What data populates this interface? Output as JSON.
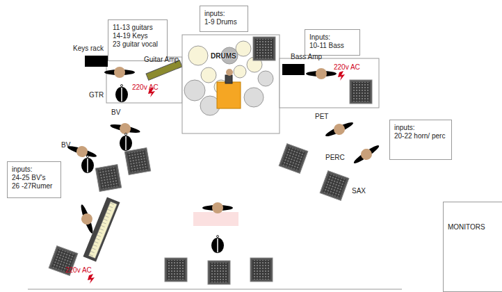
{
  "diagram": {
    "nodes": [
      {
        "text": [
          "inputs:",
          "1-9 Drums"
        ]
      },
      {
        "text": [
          "11-13 guitars",
          "14-19 Keys",
          "23 guitar vocal"
        ]
      },
      {
        "text": [
          "Inputs:",
          "10-11 Bass"
        ]
      },
      {
        "text": [
          "inputs:",
          "20-22 horn/ perc"
        ]
      },
      {
        "text": [
          "inputs:",
          "24-25 BV's",
          "26 -27Rumer"
        ]
      },
      {
        "text": [
          "MONITORS"
        ]
      }
    ],
    "labels": [
      "Keys rack",
      "Guitar Amp",
      "GTR",
      "220v AC",
      "BV",
      "BV",
      "Bass Amp",
      "220v AC",
      "PET",
      "PERC",
      "SAX",
      "220v AC",
      "DRUMS"
    ]
  }
}
